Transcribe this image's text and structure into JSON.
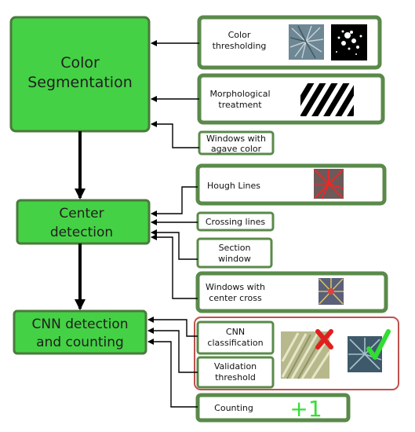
{
  "main_blocks": {
    "color_segmentation": [
      "Color",
      "Segmentation"
    ],
    "center_detection": [
      "Center",
      "detection"
    ],
    "cnn_detection": [
      "CNN detection",
      "and counting"
    ]
  },
  "side_blocks": {
    "color_thresholding": [
      "Color",
      "thresholding"
    ],
    "morphological_treatment": [
      "Morphological",
      "treatment"
    ],
    "windows_agave_color": [
      "Windows with",
      "agave color"
    ],
    "hough_lines": [
      "Hough Lines"
    ],
    "crossing_lines": [
      "Crossing lines"
    ],
    "section_window": [
      "Section",
      "window"
    ],
    "windows_center_cross": [
      "Windows with",
      "center cross"
    ],
    "cnn_classification": [
      "CNN",
      "classification"
    ],
    "validation_threshold": [
      "Validation",
      "threshold"
    ],
    "counting": [
      "Counting"
    ]
  },
  "counter_text": "+1",
  "colors": {
    "block_fill": "#45d145",
    "block_stroke": "#4a7a3c",
    "side_stroke": "#5a8a4a",
    "group_stroke": "#c0504d",
    "counter": "#33e033",
    "accept_mark": "#33dd33",
    "reject_mark": "#e02020"
  },
  "icons": [
    "agave-photo-icon",
    "binary-mask-icon",
    "stripes-pattern-icon",
    "hough-lines-photo-icon",
    "center-cross-photo-icon",
    "rejected-window-photo-icon",
    "accepted-window-photo-icon",
    "cross-mark-icon",
    "check-mark-icon"
  ]
}
